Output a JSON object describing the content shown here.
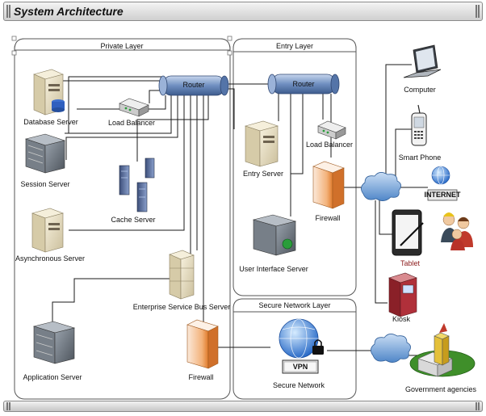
{
  "title": "System Architecture",
  "layers": {
    "private": "Private Layer",
    "entry": "Entry Layer",
    "secure": "Secure Network Layer"
  },
  "nodes": {
    "router_private": "Router",
    "router_entry": "Router",
    "database_server": "Database Server",
    "load_balancer_private": "Load Balancer",
    "session_server": "Session Server",
    "cache_server": "Cache Server",
    "asynchronous_server": "Asynchronous Server",
    "enterprise_service_bus_server": "Enterprise Service Bus Server",
    "application_server": "Application Server",
    "firewall_private": "Firewall",
    "entry_server": "Entry Server",
    "load_balancer_entry": "Load Balancer",
    "firewall_entry": "Firewall",
    "user_interface_server": "User Interface Server",
    "secure_network": "Secure Network",
    "vpn_label": "VPN",
    "computer": "Computer",
    "smart_phone": "Smart Phone",
    "internet_label": "INTERNET",
    "tablet": "Tablet",
    "kiosk": "Kiosk",
    "government_agencies": "Government agencies"
  },
  "colors": {
    "router_blue": "#6f8fc0",
    "firewall_orange": "#e88a3a",
    "tablet_label": "#8b1a1a",
    "globe_blue": "#2a7be0",
    "cloud_blue": "#6d9fd8",
    "server_beige": "#e9dfc2",
    "rack_gray": "#6e7680",
    "kiosk_red": "#b0303a"
  }
}
